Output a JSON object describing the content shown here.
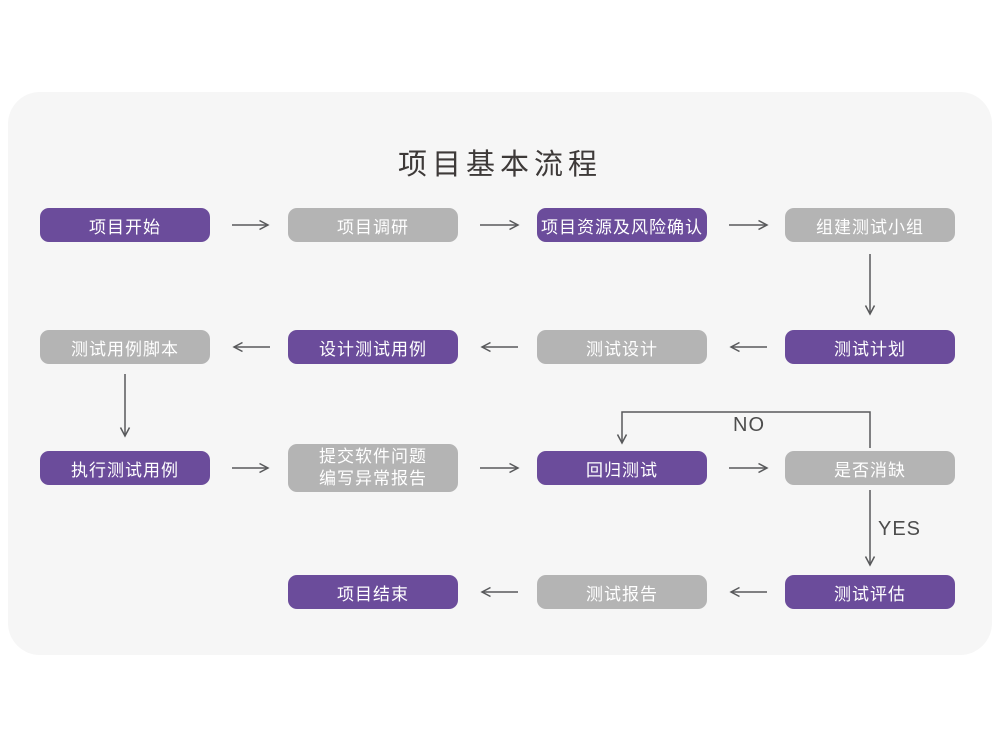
{
  "title": "项目基本流程",
  "colors": {
    "accent": "#6B4C9B",
    "inactive": "#B4B4B4",
    "card_background": "#F6F6F6",
    "arrow": "#58595B"
  },
  "branch_labels": {
    "no": "NO",
    "yes": "YES"
  },
  "nodes": {
    "start": {
      "label": "项目开始",
      "state": "active"
    },
    "research": {
      "label": "项目调研",
      "state": "inactive"
    },
    "resources_risk": {
      "label": "项目资源及风险确认",
      "state": "active"
    },
    "build_team": {
      "label": "组建测试小组",
      "state": "inactive"
    },
    "test_plan": {
      "label": "测试计划",
      "state": "active"
    },
    "test_design": {
      "label": "测试设计",
      "state": "inactive"
    },
    "design_cases": {
      "label": "设计测试用例",
      "state": "active"
    },
    "case_scripts": {
      "label": "测试用例脚本",
      "state": "inactive"
    },
    "execute_cases": {
      "label": "执行测试用例",
      "state": "active"
    },
    "submit_issues": {
      "line1": "提交软件问题",
      "line2": "编写异常报告",
      "state": "inactive"
    },
    "regression": {
      "label": "回归测试",
      "state": "active"
    },
    "defect_cleared": {
      "label": "是否消缺",
      "state": "inactive"
    },
    "evaluation": {
      "label": "测试评估",
      "state": "active"
    },
    "test_report": {
      "label": "测试报告",
      "state": "inactive"
    },
    "end": {
      "label": "项目结束",
      "state": "active"
    }
  }
}
